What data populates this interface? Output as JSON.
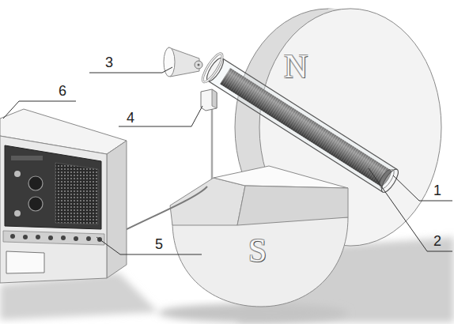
{
  "diagram": {
    "nodes": [
      {
        "text": [
          "N"
        ]
      },
      {
        "text": [
          "S"
        ]
      }
    ],
    "labels": [
      "3",
      "6",
      "4",
      "1",
      "2",
      "5"
    ]
  }
}
